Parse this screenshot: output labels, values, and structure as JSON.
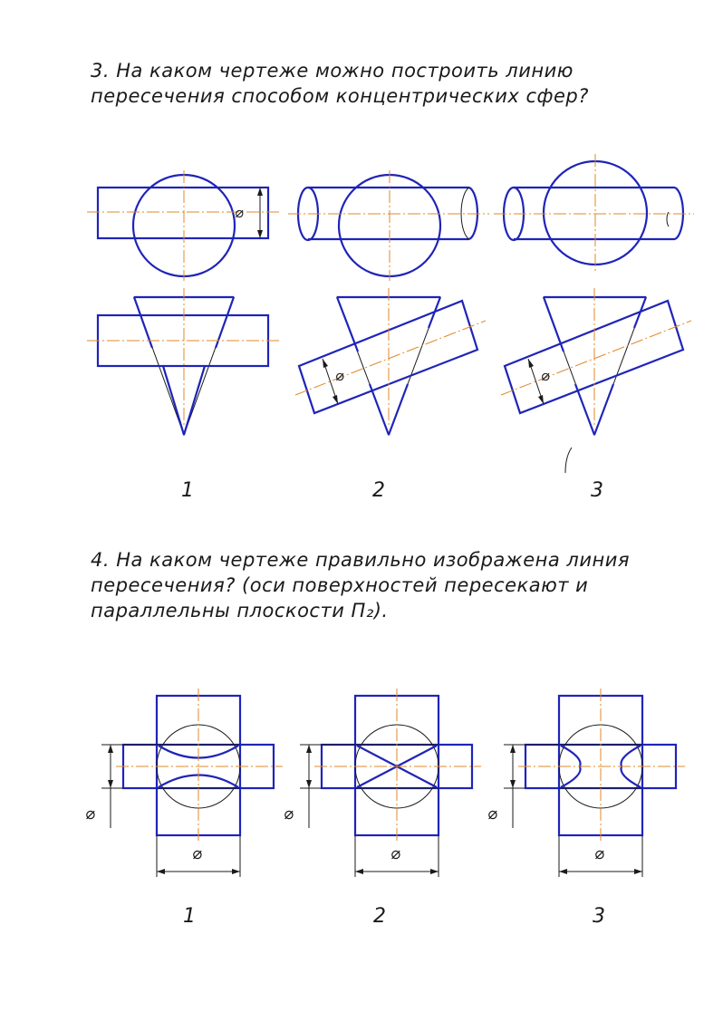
{
  "question3": {
    "line1": "3. На каком чертеже можно построить линию",
    "line2": "пересечения способом концентрических сфер?"
  },
  "question4": {
    "line1": "4. На каком чертеже правильно изображена линия",
    "line2": "пересечения? (оси поверхностей пересекают и",
    "line3": "параллельны плоскости П₂)."
  },
  "diameter_symbol": "⌀",
  "variant_labels_q3": [
    "1",
    "2",
    "3"
  ],
  "variant_labels_q4": [
    "1",
    "2",
    "3"
  ],
  "colors": {
    "outline": "#1f24b8",
    "axis": "#e08a2a",
    "text": "#1a1a1a"
  }
}
